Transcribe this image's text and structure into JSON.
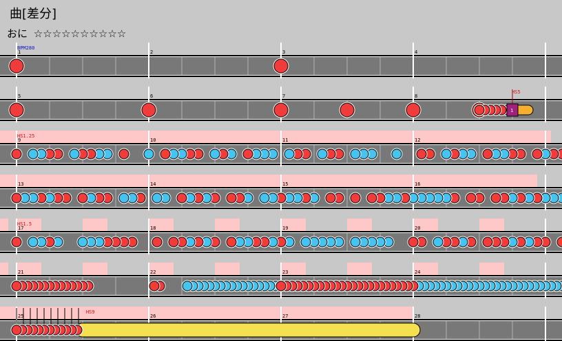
{
  "header": {
    "title": "曲[差分]",
    "difficulty_label": "おに",
    "stars": "☆☆☆☆☆☆☆☆☆☆"
  },
  "colors": {
    "background": "#c8c8c8",
    "lane": "#787878",
    "don": "#f23c3c",
    "ka": "#46c3f0",
    "roll": "#f5e050",
    "pink_band": "#ffc8c8",
    "annotation_red": "#d01010",
    "annotation_blue": "#1010c0",
    "branch_marker": "#a02080"
  },
  "rows": [
    {
      "measures": [
        1,
        2,
        3,
        4
      ],
      "annotations": [
        {
          "text": "BPM280",
          "color": "blue",
          "measure_offset": 0
        }
      ]
    },
    {
      "measures": [
        5,
        6,
        7,
        8
      ],
      "annotations": [
        {
          "text": "HS5",
          "color": "red",
          "measure_offset": 3.74
        }
      ]
    },
    {
      "measures": [
        9,
        10,
        11,
        12
      ],
      "annotations": [
        {
          "text": "HS1.25",
          "color": "red",
          "measure_offset": 0
        }
      ]
    },
    {
      "measures": [
        13,
        14,
        15,
        16
      ],
      "annotations": []
    },
    {
      "measures": [
        17,
        18,
        19,
        20
      ],
      "annotations": [
        {
          "text": "HS1.5",
          "color": "red",
          "measure_offset": 0
        }
      ]
    },
    {
      "measures": [
        21,
        22,
        23,
        24
      ],
      "annotations": []
    },
    {
      "measures": [
        25,
        26,
        27,
        28
      ],
      "annotations": [
        {
          "text": "HS9",
          "color": "red",
          "measure_offset": 0.52
        }
      ]
    }
  ],
  "balloon_count": "1"
}
